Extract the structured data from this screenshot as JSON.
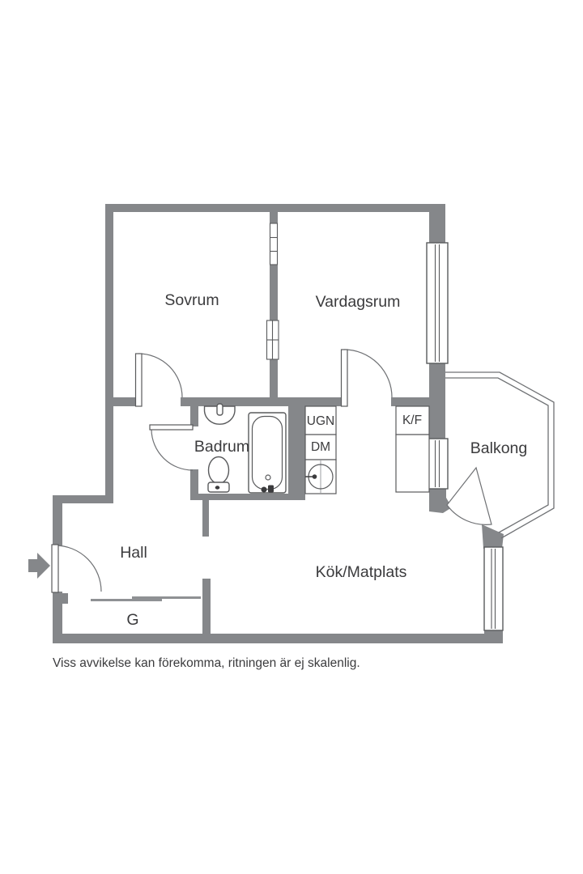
{
  "colors": {
    "background": "#ffffff",
    "wall": "#85878a",
    "line": "#595a5c",
    "thin_line": "#6f7174",
    "label": "#3b3b3d"
  },
  "rooms": {
    "sovrum": "Sovrum",
    "vardagsrum": "Vardagsrum",
    "badrum": "Badrum",
    "hall": "Hall",
    "kok_matplats": "Kök/Matplats",
    "balkong": "Balkong",
    "garderob": "G"
  },
  "appliances": {
    "ugn": "UGN",
    "dm": "DM",
    "kf": "K/F"
  },
  "footer": {
    "disclaimer": "Viss avvikelse kan förekomma, ritningen är ej skalenlig."
  }
}
